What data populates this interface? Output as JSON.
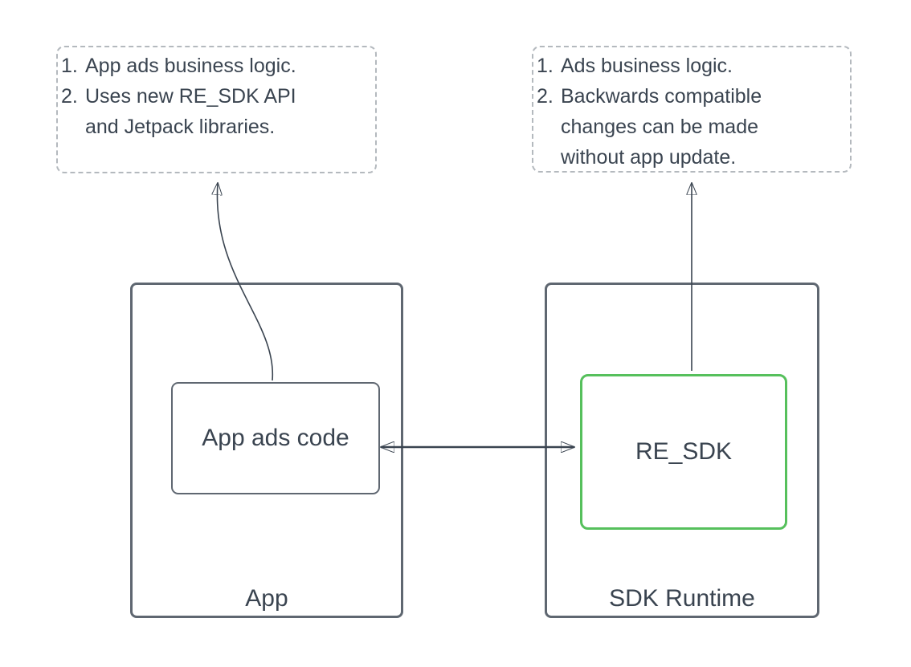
{
  "diagram": {
    "notes_left": {
      "items": [
        {
          "number": "1.",
          "text": "App ads business logic."
        },
        {
          "number": "2.",
          "text": "Uses new RE_SDK API\nand Jetpack libraries."
        }
      ]
    },
    "notes_right": {
      "items": [
        {
          "number": "1.",
          "text": "Ads business logic."
        },
        {
          "number": "2.",
          "text": "Backwards compatible\nchanges can be made\nwithout app update."
        }
      ]
    },
    "app_box": {
      "label": "App",
      "child_label": "App ads code"
    },
    "sdk_box": {
      "label": "SDK Runtime",
      "child_label": "RE_SDK"
    },
    "colors": {
      "text": "#3a4450",
      "container_border": "#5f6771",
      "highlight_border": "#56c05c",
      "notes_border": "#b4b9be",
      "arrow": "#3a4450",
      "background": "#ffffff"
    }
  }
}
